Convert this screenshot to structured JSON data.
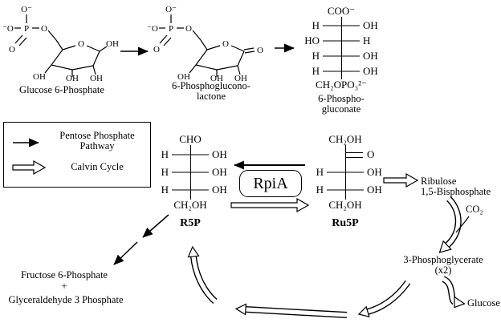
{
  "colors": {
    "ink": "#000000",
    "bg": "#ffffff"
  },
  "labels": {
    "g6p": "Glucose 6-Phosphate",
    "lactone_l1": "6-Phosphoglucono-",
    "lactone_l2": "lactone",
    "gluconate_l1": "6-Phospho-",
    "gluconate_l2": "gluconate",
    "r5p": "R5P",
    "ru5p": "Ru5P",
    "rpia": "RpiA",
    "ribulose_l1": "Ribulose",
    "ribulose_l2": "1,5-Bisphosphate",
    "co2": "CO₂",
    "pg3_l1": "3-Phosphoglycerate",
    "pg3_l2": "(x2)",
    "glucose": "Glucose",
    "f6p": "Fructose 6-Phosphate",
    "plus": "+",
    "g3p": "Glyceraldehyde 3 Phosphate"
  },
  "legend": {
    "solid_label_l1": "Pentose Phosphate",
    "solid_label_l2": "Pathway",
    "open_label": "Calvin Cycle"
  },
  "fischer": {
    "gluconate": {
      "top": "COO⁻",
      "rows": [
        [
          "H",
          "OH"
        ],
        [
          "HO",
          "H"
        ],
        [
          "H",
          "OH"
        ],
        [
          "H",
          "OH"
        ]
      ],
      "bottom": "CH₂OPO₃²⁻"
    },
    "r5p": {
      "top": "CHO",
      "rows": [
        [
          "H",
          "OH"
        ],
        [
          "H",
          "OH"
        ],
        [
          "H",
          "OH"
        ]
      ],
      "bottom": "CH₂OH"
    },
    "ru5p": {
      "top": "CH₂OH",
      "rows": [
        [
          "",
          "O",
          "dbl"
        ],
        [
          "H",
          "OH"
        ],
        [
          "H",
          "OH"
        ]
      ],
      "bottom": "CH₂OH"
    }
  },
  "atoms": {
    "g6p": {
      "o_top": "O⁻",
      "o_left": "⁻O",
      "o_dbl": "O",
      "p": "P",
      "o_ester": "O",
      "ring_o": "O",
      "oh1": "OH",
      "oh2": "OH",
      "oh3": "OH",
      "oh4": "OH"
    },
    "lactone": {
      "o_top": "O⁻",
      "o_left": "⁻O",
      "o_dbl": "O",
      "p": "P",
      "o_ester": "O",
      "ring_o": "O",
      "carbonyl": "O",
      "oh1": "OH",
      "oh2": "OH",
      "oh3": "OH"
    }
  }
}
